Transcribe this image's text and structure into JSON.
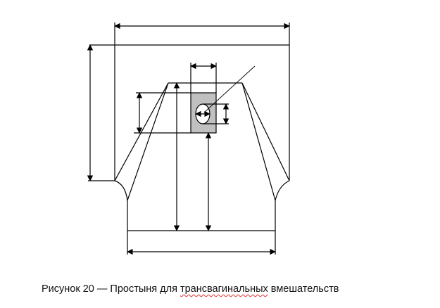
{
  "figure": {
    "caption_prefix": "Рисунок 20 — Простыня для ",
    "caption_misspelled": "трансвагинальных",
    "caption_suffix": " вмешательств",
    "caption_full": "Рисунок 20 — Простыня для трансвагинальных вмешательств",
    "subject": "Простыня для трансвагинальных вмешательств",
    "number": "20"
  },
  "colors": {
    "line": "#000000",
    "window_fill": "#c0c0c0",
    "background": "#ffffff",
    "spellcheck_underline": "#e03030"
  },
  "diagram": {
    "elements": [
      "top-width-dimension",
      "top-panel-outline",
      "left-height-dimension",
      "trapezoid-folds",
      "bottom-panel",
      "bottom-width-dimension",
      "window-rect",
      "window-width-dimension",
      "window-height-dimension",
      "oval-opening",
      "oval-width-dimension",
      "oval-height-dimension",
      "leader-line",
      "window-top-to-bottom-dimension",
      "window-bottom-to-bottom-dimension"
    ]
  }
}
